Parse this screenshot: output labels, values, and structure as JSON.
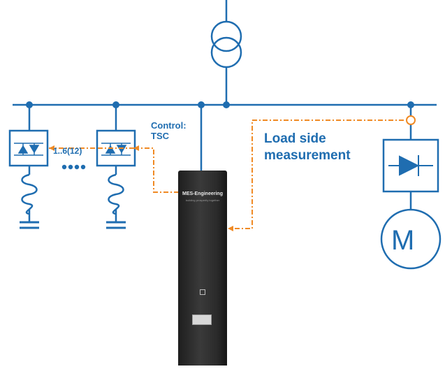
{
  "labels": {
    "control_line1": "Control:",
    "control_line2": "TSC",
    "load_line1": "Load side",
    "load_line2": "measurement",
    "multiplicity": "1..6(12)",
    "motor": "M"
  },
  "cabinet": {
    "brand": "MES-Engineering",
    "tagline": "building prosperity together"
  },
  "colors": {
    "line": "#1f6db0",
    "dashed": "#f08a24",
    "cabinet": "#2a2a2a"
  }
}
